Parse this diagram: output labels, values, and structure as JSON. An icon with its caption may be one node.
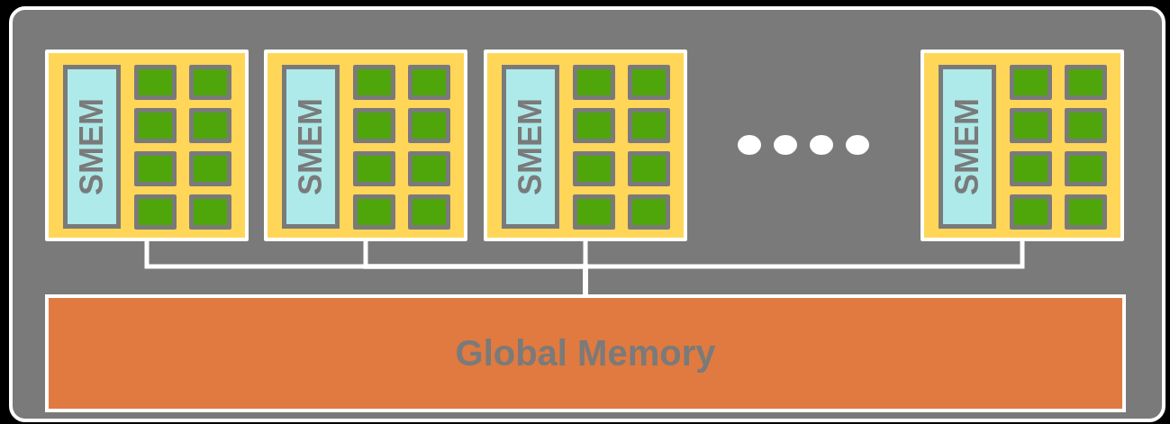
{
  "diagram": {
    "nodes": [
      {
        "text": [],
        "shape": "box"
      },
      {
        "text": [
          "SMEM"
        ],
        "in": 0
      },
      {
        "text": [],
        "shape": "box",
        "in": 0
      },
      {
        "text": [],
        "shape": "box",
        "in": 0
      },
      {
        "text": [],
        "shape": "box",
        "in": 0
      },
      {
        "text": [],
        "shape": "box",
        "in": 0
      },
      {
        "text": [],
        "shape": "box",
        "in": 0
      },
      {
        "text": [],
        "shape": "box",
        "in": 0
      },
      {
        "text": [],
        "shape": "box",
        "in": 0
      },
      {
        "text": [],
        "shape": "box",
        "in": 0
      },
      {
        "text": [],
        "shape": "box"
      },
      {
        "text": [
          "SMEM"
        ],
        "in": 10
      },
      {
        "text": [],
        "shape": "box",
        "in": 10
      },
      {
        "text": [],
        "shape": "box",
        "in": 10
      },
      {
        "text": [],
        "shape": "box",
        "in": 10
      },
      {
        "text": [],
        "shape": "box",
        "in": 10
      },
      {
        "text": [],
        "shape": "box",
        "in": 10
      },
      {
        "text": [],
        "shape": "box",
        "in": 10
      },
      {
        "text": [],
        "shape": "box",
        "in": 10
      },
      {
        "text": [],
        "shape": "box",
        "in": 10
      },
      {
        "text": [],
        "shape": "box"
      },
      {
        "text": [
          "SMEM"
        ],
        "in": 20
      },
      {
        "text": [],
        "shape": "box",
        "in": 20
      },
      {
        "text": [],
        "shape": "box",
        "in": 20
      },
      {
        "text": [],
        "shape": "box",
        "in": 20
      },
      {
        "text": [],
        "shape": "box",
        "in": 20
      },
      {
        "text": [],
        "shape": "box",
        "in": 20
      },
      {
        "text": [],
        "shape": "box",
        "in": 20
      },
      {
        "text": [],
        "shape": "box",
        "in": 20
      },
      {
        "text": [],
        "shape": "box",
        "in": 20
      },
      {
        "text": [],
        "shape": "box"
      },
      {
        "text": [
          "SMEM"
        ],
        "in": 30
      },
      {
        "text": [],
        "shape": "box",
        "in": 30
      },
      {
        "text": [],
        "shape": "box",
        "in": 30
      },
      {
        "text": [],
        "shape": "box",
        "in": 30
      },
      {
        "text": [],
        "shape": "box",
        "in": 30
      },
      {
        "text": [],
        "shape": "box",
        "in": 30
      },
      {
        "text": [],
        "shape": "box",
        "in": 30
      },
      {
        "text": [],
        "shape": "box",
        "in": 30
      },
      {
        "text": [],
        "shape": "box",
        "in": 30
      },
      {
        "text": [
          "Global Memory"
        ]
      }
    ],
    "edges": [
      {
        "from": 0,
        "to": 40,
        "arrow": "none"
      },
      {
        "from": 10,
        "to": 40,
        "arrow": "none"
      },
      {
        "from": 20,
        "to": 40,
        "arrow": "none"
      },
      {
        "from": 30,
        "to": 40,
        "arrow": "none"
      }
    ]
  }
}
